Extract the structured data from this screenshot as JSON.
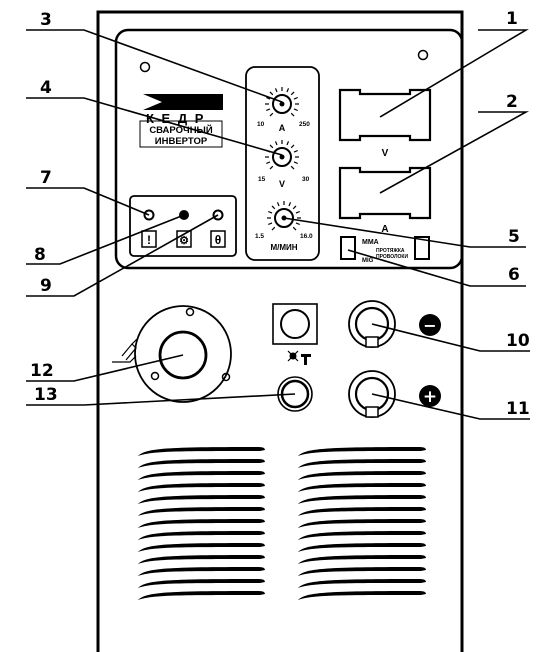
{
  "brand": {
    "logo_text": "К Е Д Р",
    "product_line1": "СВАРОЧНЫЙ",
    "product_line2": "ИНВЕРТОР"
  },
  "dials": {
    "current": {
      "min": "10",
      "max": "250",
      "unit": "A"
    },
    "voltage": {
      "min": "15",
      "max": "30",
      "unit": "V"
    },
    "wire_speed": {
      "min": "1.5",
      "max": "16.0",
      "unit": "М/МИН"
    }
  },
  "displays": {
    "voltage_unit": "V",
    "current_unit": "A"
  },
  "switch": {
    "mode_mma": "MMA",
    "mode_feed_line1": "ПРОТЯЖКА",
    "mode_feed_line2": "ПРОВОЛОКИ",
    "mode_mig": "MIG"
  },
  "indicators": {
    "warning_symbol": "!",
    "settings_symbol": "⚙",
    "thermal_symbol": "θ"
  },
  "terminals": {
    "minus_symbol": "−",
    "plus_symbol": "+"
  },
  "callouts": [
    "1",
    "2",
    "3",
    "4",
    "5",
    "6",
    "7",
    "8",
    "9",
    "10",
    "11",
    "12",
    "13"
  ]
}
